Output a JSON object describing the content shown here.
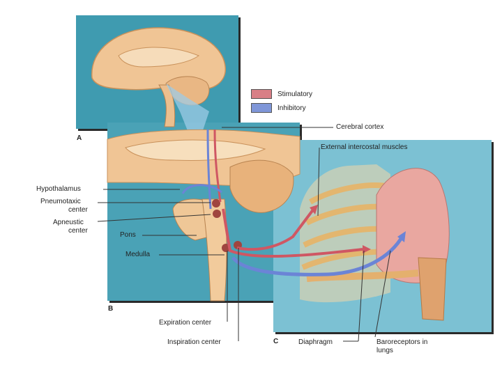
{
  "panels": {
    "a": "A",
    "b": "B",
    "c": "C"
  },
  "legend": {
    "stimulatory": {
      "label": "Stimulatory",
      "color": "#d87f86"
    },
    "inhibitory": {
      "label": "Inhibitory",
      "color": "#7f96d8"
    }
  },
  "labels": {
    "cerebral_cortex": "Cerebral cortex",
    "external_intercostal": "External intercostal muscles",
    "hypothalamus": "Hypothalamus",
    "pneumotaxic_line1": "Pneumotaxic",
    "pneumotaxic_line2": "center",
    "apneustic_line1": "Apneustic",
    "apneustic_line2": "center",
    "pons": "Pons",
    "medulla": "Medulla",
    "expiration_center": "Expiration center",
    "inspiration_center": "Inspiration center",
    "diaphragm": "Diaphragm",
    "baroreceptors_line1": "Baroreceptors in",
    "baroreceptors_line2": "lungs"
  },
  "colors": {
    "panel_bg": "#3f9bb0",
    "tissue": "#f1c79a",
    "muscle": "#e8b981"
  }
}
